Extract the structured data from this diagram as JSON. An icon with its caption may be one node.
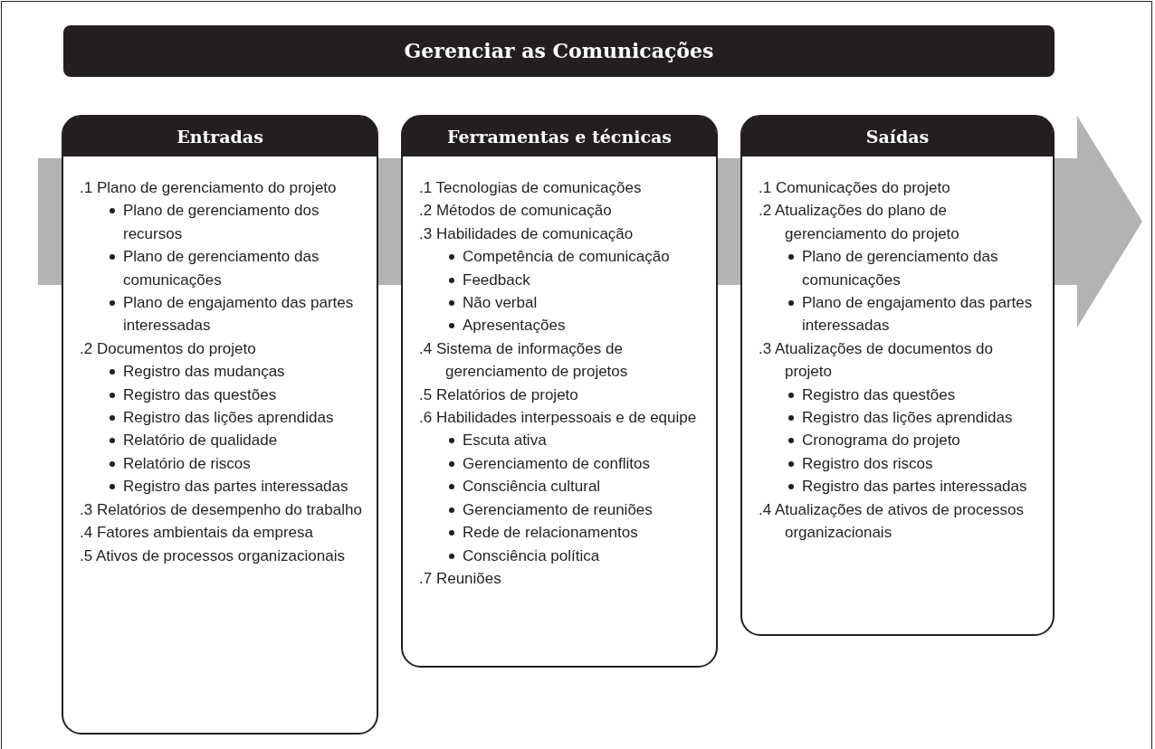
{
  "diagram": {
    "title": "Gerenciar as Comunicações",
    "nodes": [
      {
        "text": [
          "Entradas",
          ".1 Plano de gerenciamento do projeto",
          "Plano de gerenciamento dos recursos",
          "Plano de gerenciamento das comunicações",
          "Plano de engajamento das partes interessadas",
          ".2 Documentos do projeto",
          "Registro das mudanças",
          "Registro das questões",
          "Registro das lições aprendidas",
          "Relatório de qualidade",
          "Relatório de riscos",
          "Registro das partes interessadas",
          ".3 Relatórios de desempenho do trabalho",
          ".4 Fatores ambientais da empresa",
          ".5 Ativos de processos organizacionais"
        ]
      },
      {
        "text": [
          "Ferramentas e técnicas",
          ".1 Tecnologias de comunicações",
          ".2 Métodos de comunicação",
          ".3 Habilidades de comunicação",
          "Competência de comunicação",
          "Feedback",
          "Não verbal",
          "Apresentações",
          ".4 Sistema de informações de gerenciamento de projetos",
          ".5 Relatórios de projeto",
          ".6 Habilidades interpessoais e de equipe",
          "Escuta ativa",
          "Gerenciamento de conflitos",
          "Consciência cultural",
          "Gerenciamento de reuniões",
          "Rede de relacionamentos",
          "Consciência política",
          ".7 Reuniões"
        ]
      },
      {
        "text": [
          "Saídas",
          ".1 Comunicações do projeto",
          ".2 Atualizações do plano de gerenciamento do projeto",
          "Plano de gerenciamento das comunicações",
          "Plano de engajamento das partes interessadas",
          ".3 Atualizações de documentos do projeto",
          "Registro das questões",
          "Registro das lições aprendidas",
          "Cronograma do projeto",
          "Registro dos riscos",
          "Registro das partes interessadas",
          ".4 Atualizações de ativos de processos organizacionais"
        ]
      }
    ]
  }
}
